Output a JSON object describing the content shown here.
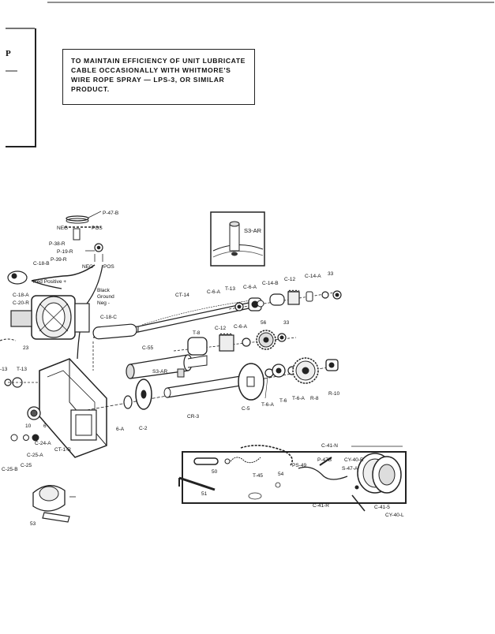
{
  "page": {
    "side_mark": "P"
  },
  "notice": {
    "lines": [
      "TO MAINTAIN EFFICIENCY OF UNIT LUBRICATE",
      "CABLE OCCASIONALLY WITH WHITMORE'S",
      "WIRE ROPE SPRAY — LPS-3, OR SIMILAR",
      "PRODUCT."
    ]
  },
  "inset": {
    "label": "S3-AR"
  },
  "wiring": {
    "p47b": "P-47-B",
    "neg": "NEG",
    "pos": "POS",
    "p38r": "P-38-R",
    "p19r": "P-19-R",
    "p39r": "P-39-R",
    "neg2": "NEG",
    "pos2": "POS",
    "c18b": "C-18-B",
    "red_positive": "Red Positive +",
    "black": "Black",
    "ground": "Ground",
    "neg_minus": "Neg -",
    "c18a": "C-18-A",
    "c20r": "C-20-R",
    "c18c": "C-18-C"
  },
  "parts": {
    "ct14": "CT-14",
    "c6a_1": "C-6-A",
    "t13": "T-13",
    "c6a_2": "C-6-A",
    "c14b": "C-14-B",
    "c12_1": "C-12",
    "c14a": "C-14-A",
    "n33_1": "33",
    "t8": "T-8",
    "c12_2": "C-12",
    "c6a_3": "C-6-A",
    "n56": "56",
    "n33_2": "33",
    "c55": "C-55",
    "s3ar": "S3-AR",
    "cr3": "CR-3",
    "c5": "C-5",
    "t6a_1": "T-6-A",
    "t6": "T-6",
    "t6a_2": "T-6-A",
    "r8": "R-8",
    "r10": "R-10",
    "c6a_4": "6-A",
    "c2": "C-2",
    "n23": "23",
    "t13l": "T-13",
    "n13": "-13",
    "n10": "10",
    "n6": "6",
    "c24a": "C-24-A",
    "ct1r": "CT-1-R",
    "c25a": "C-25-A",
    "c25b": "C-25-B",
    "c25": "C-25",
    "n53": "53"
  },
  "kit": {
    "c41n": "C-41-N",
    "p47b": "P-47B",
    "cy40r": "CY-40-R",
    "ps49": "PS-49",
    "s47a": "S-47-A",
    "t45": "T-45",
    "n50": "50",
    "n54": "54",
    "n51": "51",
    "c41r": "C-41-R",
    "c415": "C-41-5",
    "cy40l": "CY-40-L"
  }
}
